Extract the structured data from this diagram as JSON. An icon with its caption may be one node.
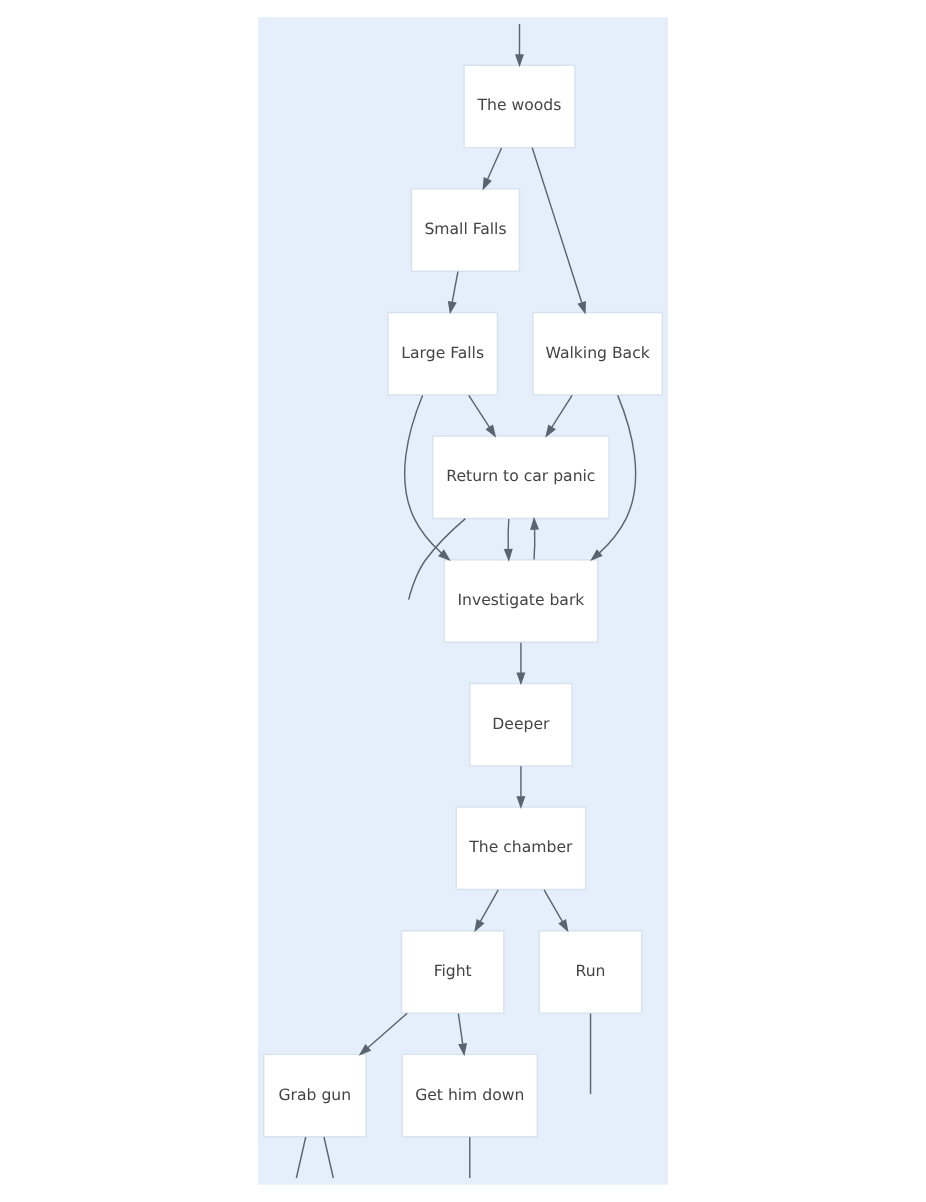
{
  "diagram": {
    "nodes": [
      {
        "text": [
          "The woods"
        ]
      },
      {
        "text": [
          "Small Falls"
        ]
      },
      {
        "text": [
          "Walking Back"
        ]
      },
      {
        "text": [
          "Large Falls"
        ]
      },
      {
        "text": [
          "Return to car panic"
        ]
      },
      {
        "text": [
          "Investigate bark"
        ]
      },
      {
        "text": [
          "Deeper"
        ]
      },
      {
        "text": [
          "The chamber"
        ]
      },
      {
        "text": [
          "Fight"
        ]
      },
      {
        "text": [
          "Run"
        ]
      },
      {
        "text": [
          "Get him down"
        ]
      },
      {
        "text": [
          "Grab gun"
        ]
      }
    ],
    "edges": [
      {
        "from": null,
        "to": 0,
        "arrow": "to"
      },
      {
        "from": 0,
        "to": 1,
        "arrow": "to"
      },
      {
        "from": 0,
        "to": 2,
        "arrow": "to"
      },
      {
        "from": 1,
        "to": 3,
        "arrow": "to"
      },
      {
        "from": 2,
        "to": 4,
        "arrow": "to"
      },
      {
        "from": 2,
        "to": 5,
        "arrow": "to"
      },
      {
        "from": 3,
        "to": 4,
        "arrow": "to"
      },
      {
        "from": 3,
        "to": 5,
        "arrow": "to"
      },
      {
        "from": 4,
        "to": 5,
        "arrow": "to"
      },
      {
        "from": 5,
        "to": 4,
        "arrow": "to"
      },
      {
        "from": 5,
        "to": 6,
        "arrow": "to"
      },
      {
        "from": 6,
        "to": 7,
        "arrow": "to"
      },
      {
        "from": 7,
        "to": 8,
        "arrow": "to"
      },
      {
        "from": 7,
        "to": 9,
        "arrow": "to"
      },
      {
        "from": 8,
        "to": 10,
        "arrow": "to"
      },
      {
        "from": 8,
        "to": 11,
        "arrow": "to"
      },
      {
        "from": 4,
        "to": null,
        "arrow": "none"
      },
      {
        "from": 10,
        "to": null,
        "arrow": "none"
      },
      {
        "from": 9,
        "to": null,
        "arrow": "none"
      },
      {
        "from": 11,
        "to": null,
        "arrow": "none"
      },
      {
        "from": 11,
        "to": null,
        "arrow": "none"
      }
    ]
  }
}
